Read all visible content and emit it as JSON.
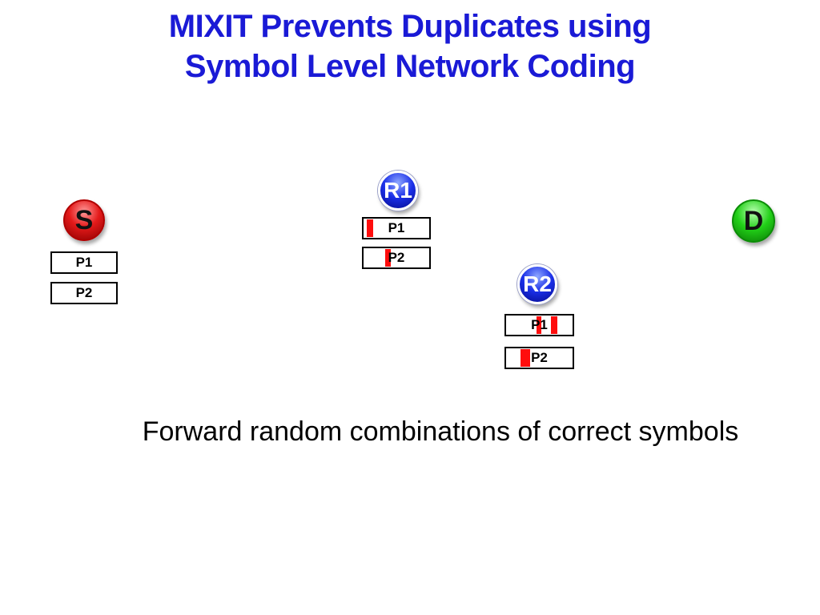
{
  "title": {
    "line1": "MIXIT Prevents Duplicates using",
    "line2": "Symbol Level Network Coding"
  },
  "nodes": {
    "source": {
      "label": "S",
      "color": "#e41a1a"
    },
    "destination": {
      "label": "D",
      "color": "#22d018"
    },
    "router1": {
      "label": "R1",
      "color": "#1a2fe8"
    },
    "router2": {
      "label": "R2",
      "color": "#1a2fe8"
    }
  },
  "packets": {
    "source": {
      "p1": "P1",
      "p2": "P2"
    },
    "router1": {
      "p1": "P1",
      "p2": "P2"
    },
    "router2": {
      "p1": "P1",
      "p2": "P2"
    }
  },
  "error_color": "#ff0d0d",
  "caption": "Forward random combinations of correct symbols"
}
